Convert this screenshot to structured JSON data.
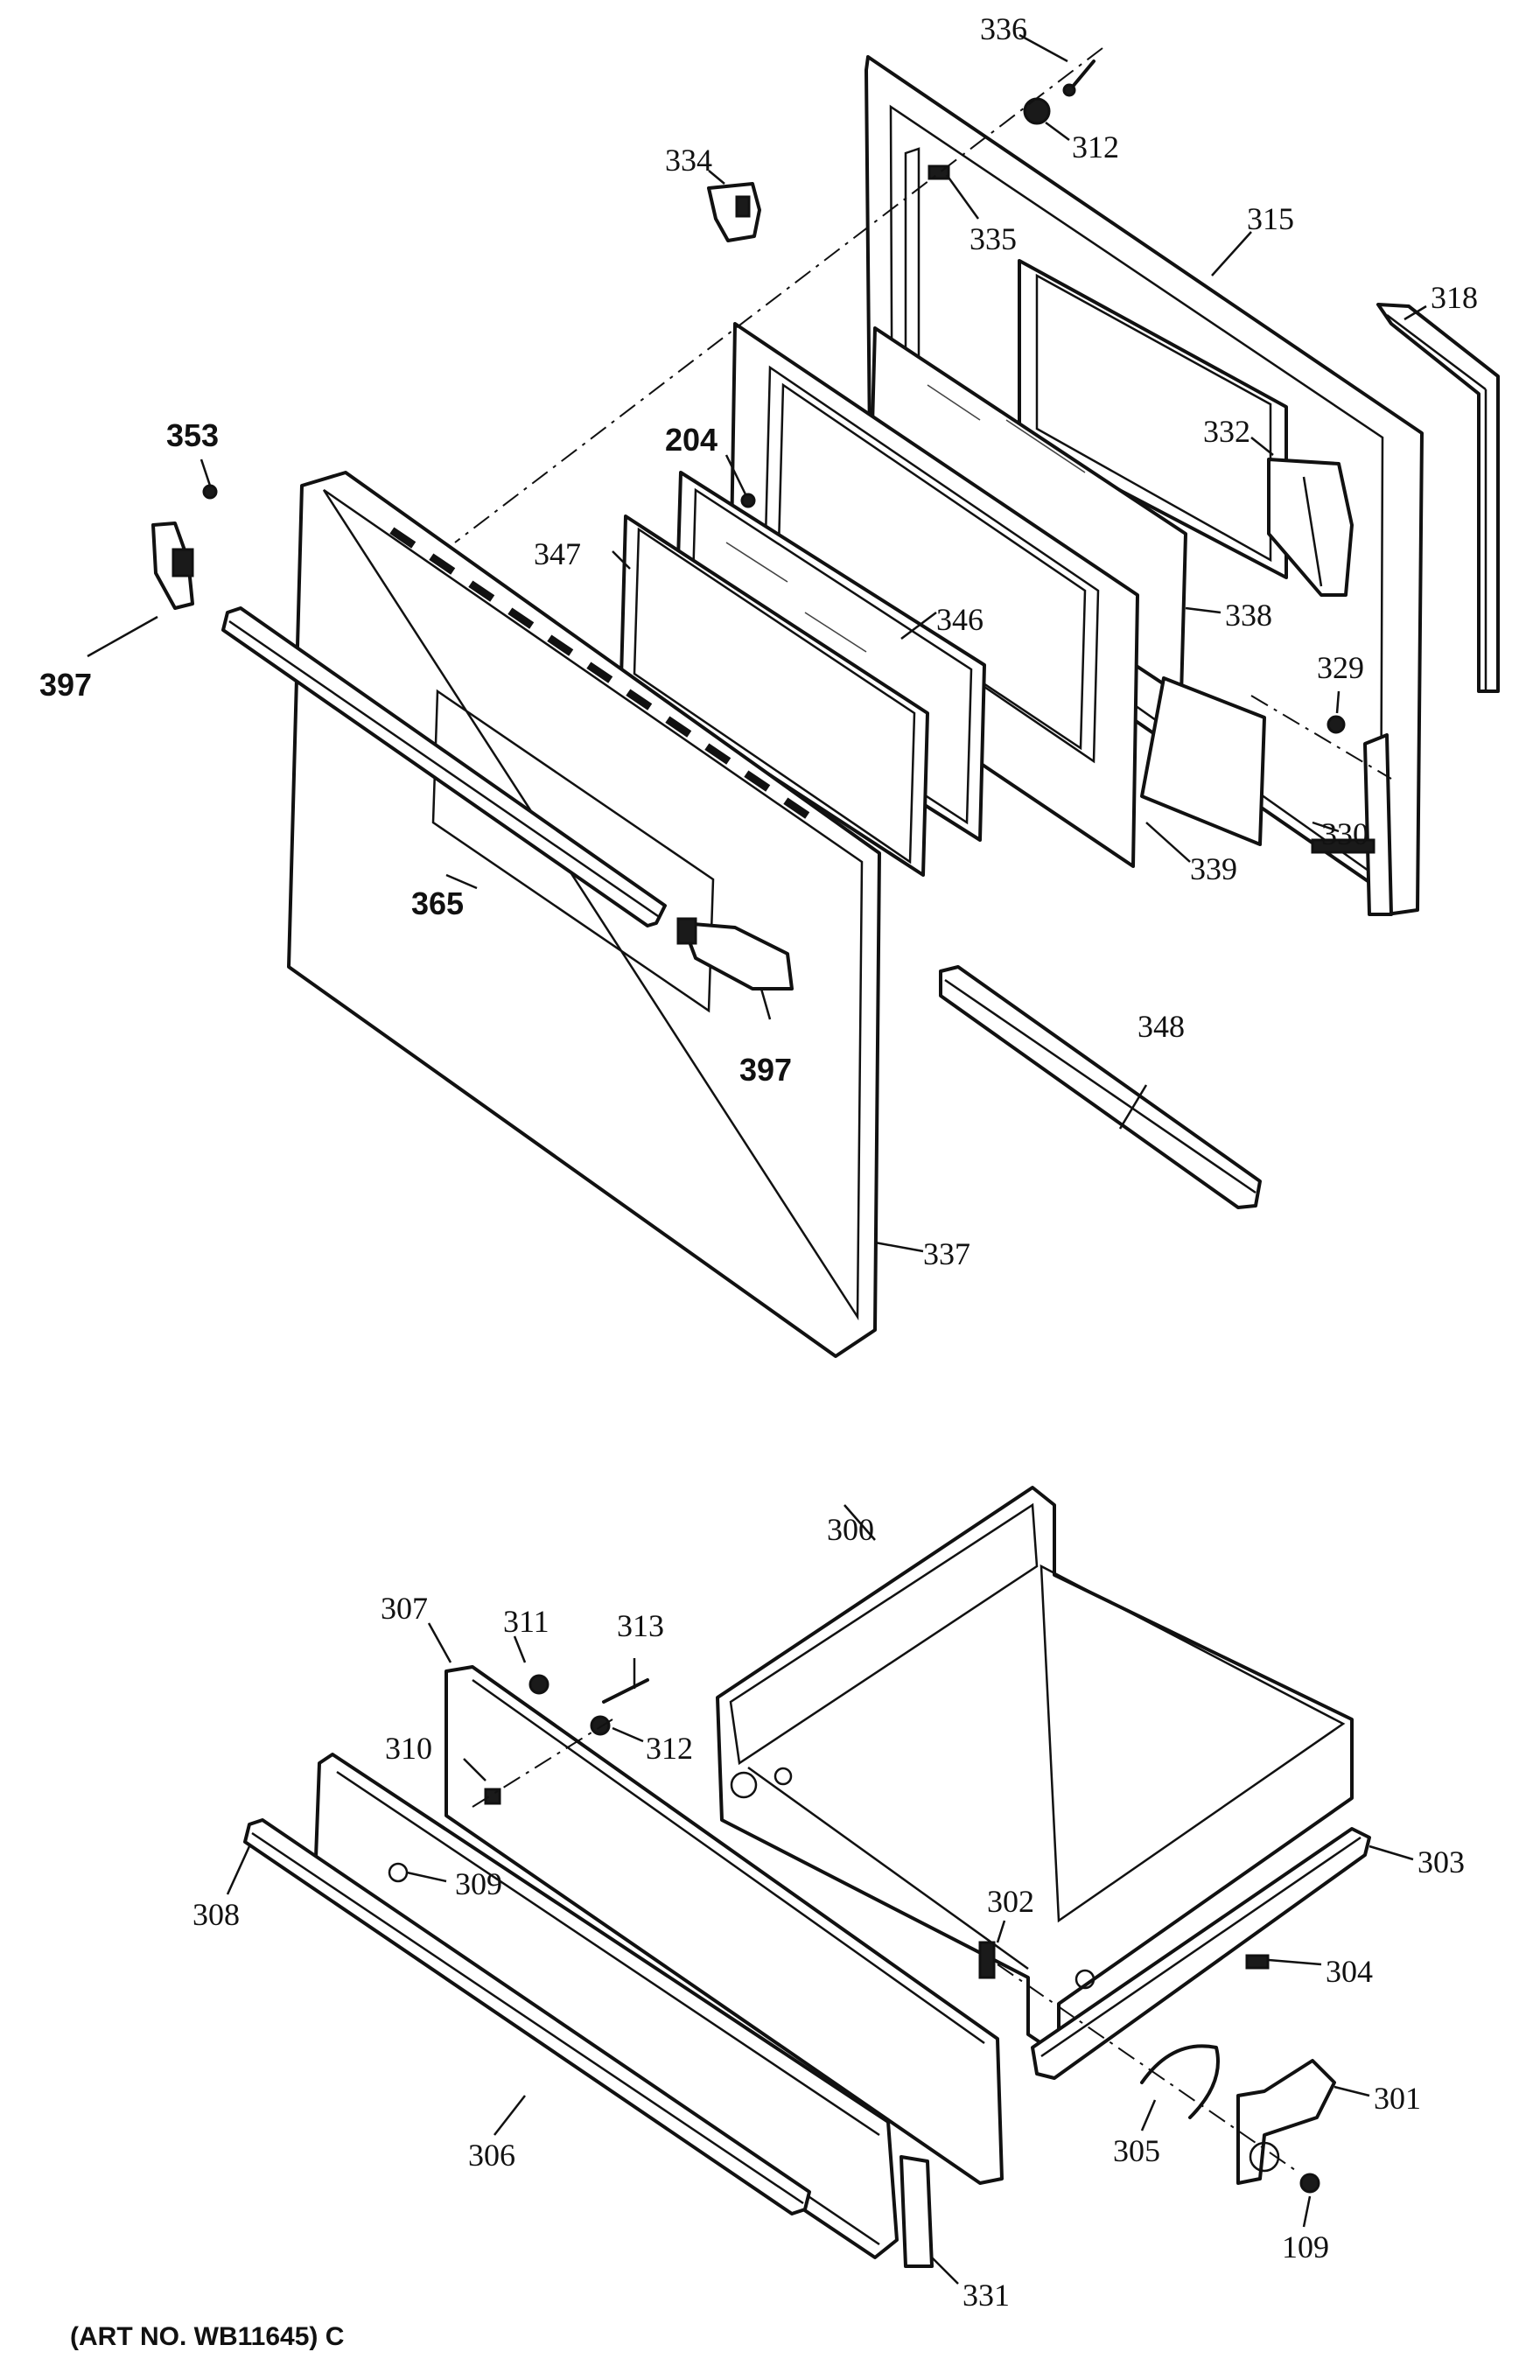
{
  "art_number": "(ART NO. WB11645) C",
  "callouts": {
    "c336": "336",
    "c312a": "312",
    "c334": "334",
    "c335": "335",
    "c315": "315",
    "c318": "318",
    "c353": "353",
    "c204": "204",
    "c332": "332",
    "c397a": "397",
    "c347": "347",
    "c346": "346",
    "c338": "338",
    "c329": "329",
    "c330": "330",
    "c339": "339",
    "c365": "365",
    "c397b": "397",
    "c348": "348",
    "c337": "337",
    "c300": "300",
    "c307": "307",
    "c311": "311",
    "c313": "313",
    "c310": "310",
    "c312b": "312",
    "c309": "309",
    "c308": "308",
    "c303": "303",
    "c302": "302",
    "c304": "304",
    "c301": "301",
    "c305": "305",
    "c306": "306",
    "c109": "109",
    "c331": "331"
  }
}
